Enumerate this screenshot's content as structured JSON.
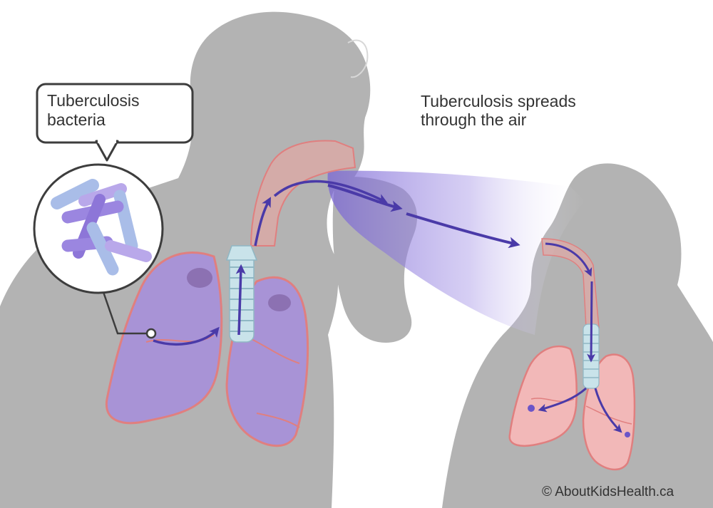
{
  "callout": {
    "line1": "Tuberculosis",
    "line2": "bacteria"
  },
  "headline": {
    "line1": "Tuberculosis spreads",
    "line2": "through the air"
  },
  "copyright": "© AboutKidsHealth.ca",
  "colors": {
    "silhouette": "#b3b3b3",
    "infected_lung": "#a893d6",
    "healthy_lung": "#f2b8b8",
    "lung_outline": "#e07f7f",
    "arrow": "#4a3aa8",
    "airstream": "#8a78d8",
    "bacteria_purple": "#9b86e0",
    "bacteria_blue": "#a9bde8",
    "trachea": "#c9e3ea"
  },
  "icons": [
    "bacteria-rod-icon",
    "arrow-icon"
  ]
}
